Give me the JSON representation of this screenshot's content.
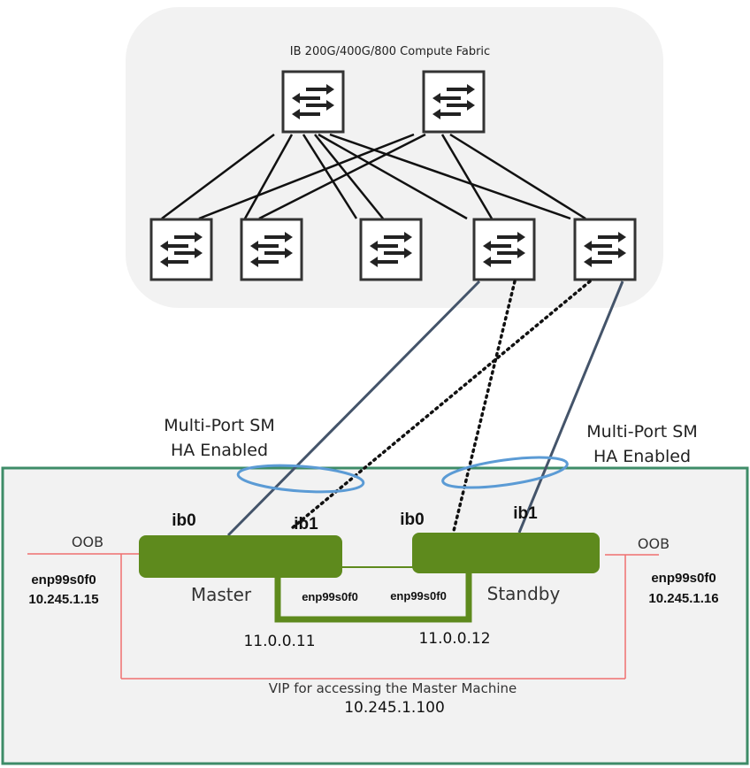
{
  "fabric": {
    "title": "IB 200G/400G/800 Compute Fabric",
    "spine_switches": [
      {
        "id": "spine-1",
        "icon": "network-switch-icon"
      },
      {
        "id": "spine-2",
        "icon": "network-switch-icon"
      }
    ],
    "leaf_switches": [
      {
        "id": "leaf-1",
        "icon": "network-switch-icon"
      },
      {
        "id": "leaf-2",
        "icon": "network-switch-icon"
      },
      {
        "id": "leaf-3",
        "icon": "network-switch-icon"
      },
      {
        "id": "leaf-4",
        "icon": "network-switch-icon"
      },
      {
        "id": "leaf-5",
        "icon": "network-switch-icon"
      }
    ]
  },
  "ha": {
    "left_label_line1": "Multi-Port SM",
    "left_label_line2": "HA Enabled",
    "right_label_line1": "Multi-Port SM",
    "right_label_line2": "HA Enabled"
  },
  "nodes": {
    "master": {
      "name": "Master",
      "port_ib0": "ib0",
      "port_ib1": "ib1",
      "ha_interface": "enp99s0f0",
      "ha_ip": "11.0.0.11",
      "oob_label": "OOB",
      "oob_interface": "enp99s0f0",
      "oob_ip": "10.245.1.15"
    },
    "standby": {
      "name": "Standby",
      "port_ib0": "ib0",
      "port_ib1": "ib1",
      "ha_interface": "enp99s0f0",
      "ha_ip": "11.0.0.12",
      "oob_label": "OOB",
      "oob_interface": "enp99s0f0",
      "oob_ip": "10.245.1.16"
    }
  },
  "vip": {
    "label": "VIP for accessing the Master Machine",
    "ip": "10.245.1.100"
  },
  "colors": {
    "fabric_bg": "#f2f2f2",
    "node_green": "#5e8a1d",
    "cluster_border": "#3e8c68",
    "oob_red": "#f07070",
    "link_slate": "#44546a",
    "ha_ring": "#5b9bd5"
  }
}
